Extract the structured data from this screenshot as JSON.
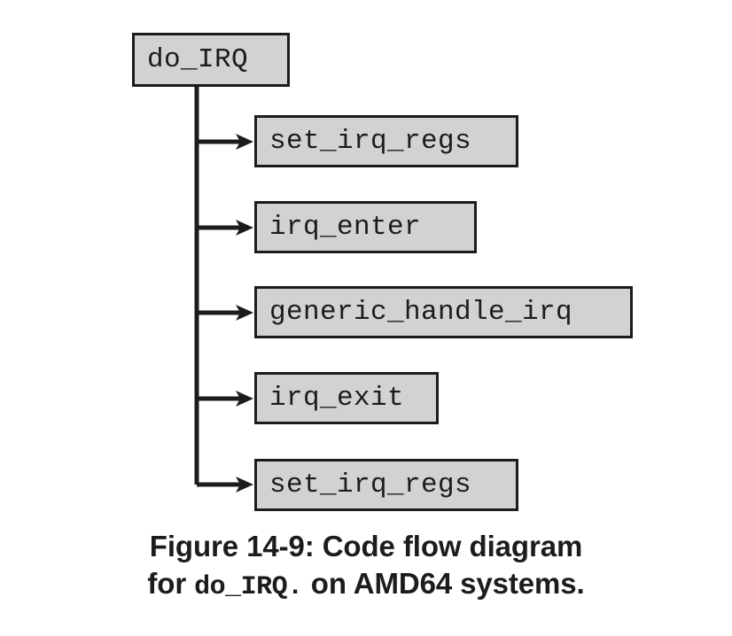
{
  "figure": {
    "caption_line_1": "Figure 14-9: Code flow diagram",
    "caption_line_2_prefix": "for ",
    "caption_line_2_code": "do_IRQ.",
    "caption_line_2_suffix": " on AMD64 systems.",
    "caption_full": "Figure 14-9: Code flow diagram for do_IRQ. on AMD64 systems."
  },
  "diagram": {
    "type": "code-flow-diagram",
    "root": "do_IRQ",
    "root_label": "do_IRQ",
    "steps": [
      {
        "label": "set_irq_regs"
      },
      {
        "label": "irq_enter"
      },
      {
        "label": "generic_handle_irq"
      },
      {
        "label": "irq_exit"
      },
      {
        "label": "set_irq_regs"
      }
    ],
    "connector_style": "vertical-trunk-with-right-arrows",
    "arrow_count": 5
  },
  "colors": {
    "box_fill": "#d2d2d2",
    "box_border": "#1c1c1c",
    "box_shadow": "#636363",
    "line": "#1c1c1c",
    "text": "#1c1c1c",
    "background": "#ffffff"
  }
}
